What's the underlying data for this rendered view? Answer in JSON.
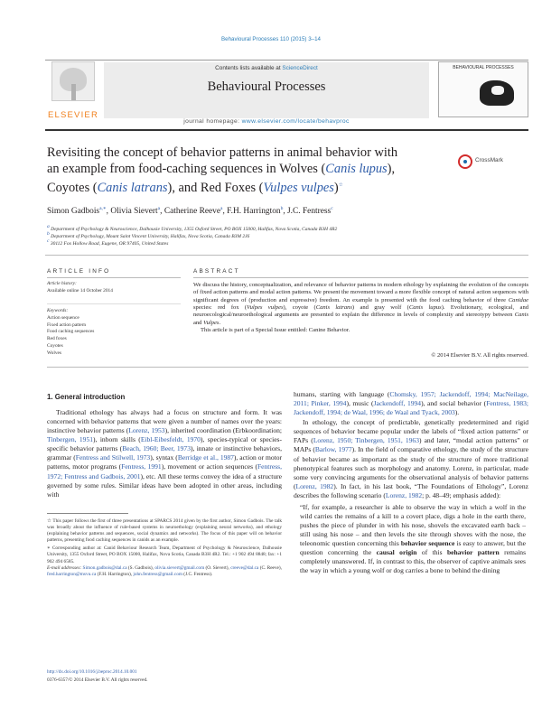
{
  "citation": "Behavioural Processes 110 (2015) 3–14",
  "header": {
    "contents_prefix": "Contents lists available at ",
    "contents_link": "ScienceDirect",
    "journal_name": "Behavioural Processes",
    "homepage_prefix": "journal homepage: ",
    "homepage_url": "www.elsevier.com/locate/behavproc",
    "publisher": "ELSEVIER",
    "cover_title": "BEHAVIOURAL PROCESSES"
  },
  "crossmark_label": "CrossMark",
  "article": {
    "title_line1": "Revisiting the concept of behavior patterns in animal behavior with",
    "title_line2_a": "an example from food-caching sequences in Wolves (",
    "title_line2_i": "Canis lupus",
    "title_line2_b": "),",
    "title_line3_a": "Coyotes (",
    "title_line3_i1": "Canis latrans",
    "title_line3_b": "), and Red Foxes (",
    "title_line3_i2": "Vulpes vulpes",
    "title_line3_c": ")",
    "title_star": "☆",
    "authors": [
      {
        "name": "Simon Gadbois",
        "sup": "a,∗"
      },
      {
        "name": "Olivia Sievert",
        "sup": "a"
      },
      {
        "name": "Catherine Reeve",
        "sup": "a"
      },
      {
        "name": "F.H. Harrington",
        "sup": "b"
      },
      {
        "name": "J.C. Fentress",
        "sup": "c"
      }
    ],
    "affiliations": [
      {
        "sup": "a",
        "text": "Department of Psychology & Neuroscience, Dalhousie University, 1355 Oxford Street, PO BOX 15000, Halifax, Nova Scotia, Canada B3H 4R2"
      },
      {
        "sup": "b",
        "text": "Department of Psychology, Mount Saint Vincent University, Halifax, Nova Scotia, Canada B3M 2J6"
      },
      {
        "sup": "c",
        "text": "30112 Fox Hollow Road, Eugene, OR 97405, United States"
      }
    ]
  },
  "article_info": {
    "heading": "ARTICLE INFO",
    "history_label": "Article history:",
    "history_value": "Available online 14 October 2014",
    "keywords_label": "Keywords:",
    "keywords": [
      "Action sequence",
      "Fixed action pattern",
      "Food caching sequences",
      "Red foxes",
      "Coyotes",
      "Wolves"
    ]
  },
  "abstract": {
    "heading": "ABSTRACT",
    "p1_a": "We discuss the history, conceptualization, and relevance of behavior patterns in modern ethology by explaining the evolution of the concepts of fixed action patterns and modal action patterns. We present the movement toward a more flexible concept of natural action sequences with significant degrees of (production and expressive) freedom. An example is presented with the food caching behavior of three ",
    "p1_i1": "Canidae",
    "p1_b": " species: red fox (",
    "p1_i2": "Vulpes vulpes",
    "p1_c": "), coyote (",
    "p1_i3": "Canis latrans",
    "p1_d": ") and gray wolf (",
    "p1_i4": "Canis lupus",
    "p1_e": "). Evolutionary, ecological, and neuroecological/neuroethological arguments are presented to explain the difference in levels of complexity and stereotypy between ",
    "p1_i5": "Canis",
    "p1_f": " and ",
    "p1_i6": "Vulpes",
    "p1_g": ".",
    "p2": "This article is part of a Special Issue entitled: Canine Behavior.",
    "copyright": "© 2014 Elsevier B.V. All rights reserved."
  },
  "body": {
    "section_heading": "1.  General introduction",
    "left_p1": {
      "t1": "Traditional ethology has always had a focus on structure and form. It was concerned with behavior patterns that were given a number of names over the years: instinctive behavior patterns (",
      "c1": "Lorenz, 1953",
      "t2": "), inherited coordination (Erbkoordination; ",
      "c2": "Tinbergen, 1951",
      "t3": "), inborn skills (",
      "c3": "Eibl-Eibesfeldt, 1970",
      "t4": "), species-typical or species-specific behavior patterns (",
      "c4": "Beach, 1960; Beer, 1973",
      "t5": "), innate or instinctive behaviors, grammar (",
      "c5": "Fentress and Stilwell, 1973",
      "t6": "), syntax (",
      "c6": "Berridge et al., 1987",
      "t7": "), action or motor patterns, motor programs (",
      "c7": "Fentress, 1991",
      "t8": "), movement or action sequences (",
      "c8": "Fentress, 1972; Fentress and Gadbois, 2001",
      "t9": "), etc. All these terms convey the idea of a structure governed by some rules. Similar ideas have been adopted in other areas, including with"
    },
    "right_p0": {
      "t1": "humans, starting with language (",
      "c1": "Chomsky, 1957; Jackendoff, 1994; MacNeilage, 2011; Pinker, 1994",
      "t2": "), music (",
      "c2": "Jackendoff, 1994",
      "t3": "), and social behavior (",
      "c3": "Fentress, 1983; Jackendoff, 1994; de Waal, 1996; de Waal and Tyack, 2003",
      "t4": ")."
    },
    "right_p1": {
      "t1": "In ethology, the concept of predictable, genetically predetermined and rigid sequences of behavior became popular under the labels of “fixed action patterns” or FAPs (",
      "c1": "Lorenz, 1950; Tinbergen, 1951, 1963",
      "t2": ") and later, “modal action patterns” or MAPs (",
      "c2": "Barlow, 1977",
      "t3": "). In the field of comparative ethology, the study of the structure of behavior became as important as the study of the structure of more traditional phenotypical features such as morphology and anatomy. Lorenz, in particular, made some very convincing arguments for the observational analysis of behavior patterns (",
      "c3": "Lorenz, 1982",
      "t4": "). In fact, in his last book, “The Foundations of Ethology”, Lorenz describes the following scenario (",
      "c4": "Lorenz, 1982",
      "t5": "; p. 48–49; emphasis added):"
    },
    "quote": {
      "t1": "“If, for example, a researcher is able to observe the way in which a wolf in the wild carries the remains of a kill to a covert place, digs a hole in the earth there, pushes the piece of plunder in with his nose, shovels the excavated earth back – still using his nose – and then levels the site through shoves with the nose, the teleonomic question concerning this ",
      "b1": "behavior sequence",
      "t2": " is easy to answer, but the question concerning the ",
      "b2": "causal origin",
      "t3": " of this ",
      "b3": "behavior pattern",
      "t4": " remains completely unanswered. If, in contrast to this, the observer of captive animals sees the way in which a young wolf or dog carries a bone to behind the dining"
    }
  },
  "footnotes": {
    "star_note": "☆  This paper follows the first of three presentations at SPARCS 2014 given by the first author, Simon Gadbois. The talk was broadly about the influence of rule-based systems in neuroethology (explaining neural networks), and ethology (explaining behavior patterns and sequences, social dynamics and networks). The focus of this paper will on behavior patterns, presenting food caching sequences in canids as an example.",
    "corresponding": "∗  Corresponding author at: Canid Behaviour Research Team, Department of Psychology & Neuroscience, Dalhousie University, 1355 Oxford Street, PO BOX 15000, Halifax, Nova Scotia, Canada B3H 4R2. Tel.: +1 902 494 8848; fax: +1 902 494 6585.",
    "email_label": "E-mail addresses:",
    "emails": [
      {
        "addr": "Simon.gadbois@dal.ca",
        "who": " (S. Gadbois),"
      },
      {
        "addr": "olivia.sievert@gmail.com",
        "who": " (O. Sievert), "
      },
      {
        "addr": "creeve@dal.ca",
        "who": " (C. Reeve),"
      },
      {
        "addr": "fred.harrington@msvu.ca",
        "who": " (F.H. Harrington), "
      },
      {
        "addr": "john.fentress@gmail.com",
        "who": " (J.C. Fentress)."
      }
    ],
    "doi": "http://dx.doi.org/10.1016/j.beproc.2014.10.001",
    "issn": "0376-6357/© 2014 Elsevier B.V. All rights reserved."
  }
}
